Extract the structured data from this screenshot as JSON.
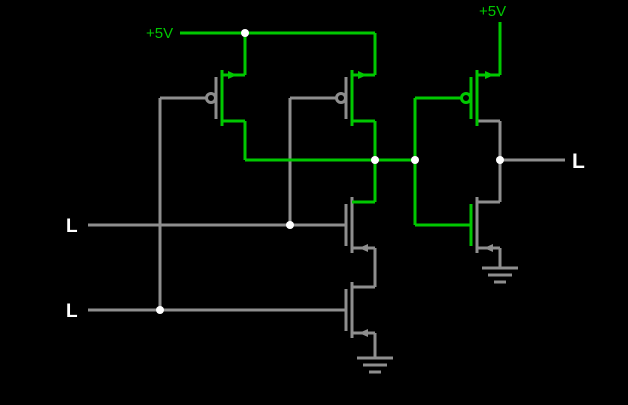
{
  "app": {
    "background": "#000000"
  },
  "colors": {
    "high": "#00c800",
    "low": "#8e8e8e",
    "node_dot": "#ffffff",
    "label": "#ffffff"
  },
  "labels": {
    "vdd_left": "+5V",
    "vdd_right": "+5V",
    "input_a": "L",
    "input_b": "L",
    "output": "L"
  },
  "components": {
    "transistors": [
      "pmos-1",
      "pmos-2",
      "nmos-1",
      "nmos-2",
      "inverter-pmos",
      "inverter-nmos"
    ],
    "grounds": [
      "nand-ground",
      "inverter-ground"
    ],
    "supply_nodes": [
      "+5V",
      "+5V"
    ],
    "logic_inputs": [
      "L",
      "L"
    ],
    "logic_output": "L"
  }
}
